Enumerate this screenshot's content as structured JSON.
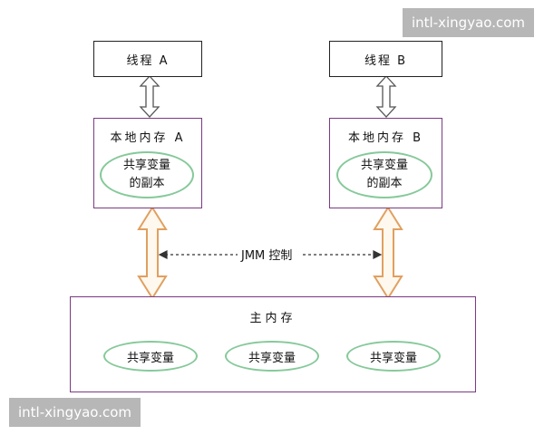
{
  "threads": [
    {
      "label": "线程 A"
    },
    {
      "label": "线程 B"
    }
  ],
  "local_memories": [
    {
      "title": "本地内存 A",
      "copy_line1": "共享变量",
      "copy_line2": "的副本"
    },
    {
      "title": "本地内存 B",
      "copy_line1": "共享变量",
      "copy_line2": "的副本"
    }
  ],
  "main_memory": {
    "title": "主内存",
    "variables": [
      "共享变量",
      "共享变量",
      "共享变量"
    ]
  },
  "jmm_label": "JMM 控制",
  "colors": {
    "thread_border": "#222222",
    "local_border": "#7a3a83",
    "ellipse_border": "#86c99a",
    "thread_arrow": "#555555",
    "memory_arrow_stroke": "#e0a060",
    "memory_arrow_fill": "#fff8ee"
  },
  "watermarks": [
    "intl-xingyao.com",
    "intl-xingyao.com"
  ]
}
